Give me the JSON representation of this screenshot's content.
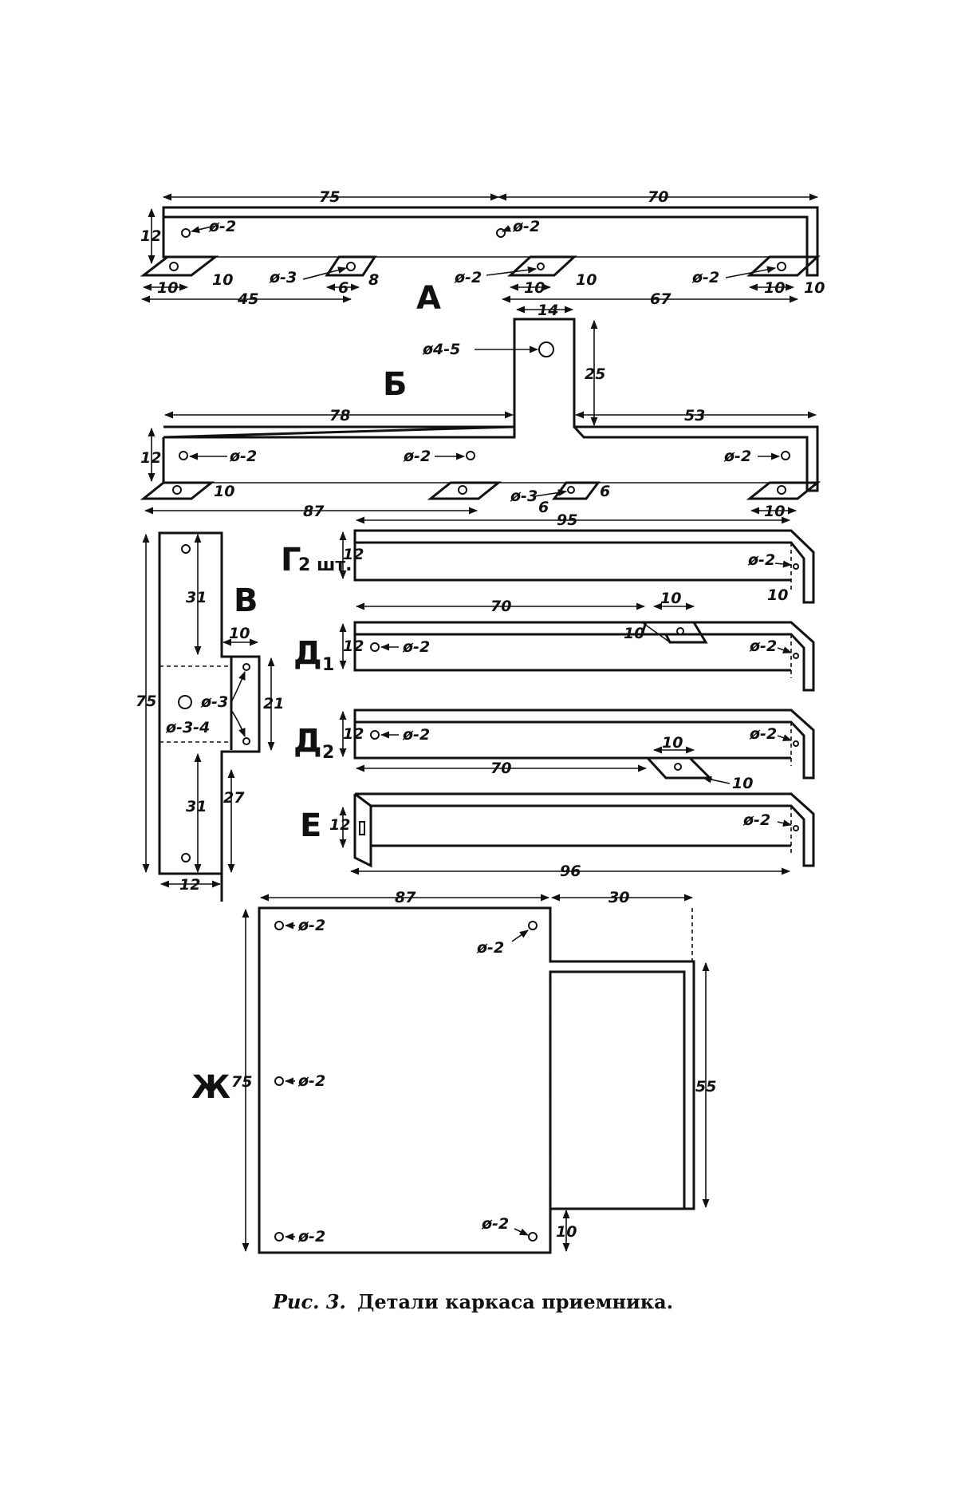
{
  "parts": {
    "A": {
      "label": "А",
      "dims": {
        "top_left": "75",
        "top_right": "70",
        "height": "12",
        "bottom_left": "45",
        "bottom_right": "67",
        "tab1": "10",
        "tab1_h": "10",
        "tab2": "6",
        "tab2_h": "8",
        "tab3": "10",
        "tab3_h": "10",
        "tab4": "10",
        "tab4_h": "10"
      },
      "holes": {
        "h1": "ø-2",
        "h2": "ø-2",
        "h3": "ø-3",
        "h4": "ø-2",
        "h5": "ø-2"
      }
    },
    "B": {
      "label": "Б",
      "dims": {
        "stem_w": "14",
        "stem_h": "25",
        "left": "78",
        "right": "53",
        "height": "12",
        "bottom": "87",
        "tab1_h": "10",
        "tab3a": "6",
        "tab3b": "6",
        "tab4": "10"
      },
      "holes": {
        "big": "ø4-5",
        "h1": "ø-2",
        "h2": "ø-2",
        "h3": "ø-3",
        "h4": "ø-2"
      }
    },
    "V": {
      "label": "В",
      "dims": {
        "total": "75",
        "upper": "31",
        "lower": "31",
        "mid": "21",
        "step": "10",
        "lower_r": "27",
        "width": "12"
      },
      "holes": {
        "center": "ø-3-4",
        "side": "ø-3"
      }
    },
    "G": {
      "label": "Г",
      "sub": "2 шт.",
      "dims": {
        "len": "95",
        "h": "12",
        "flange": "10"
      },
      "holes": {
        "end": "ø-2"
      }
    },
    "D1": {
      "label": "Д",
      "sub": "1",
      "dims": {
        "pos": "70",
        "tab_w": "10",
        "tab_h": "10",
        "h": "12"
      },
      "holes": {
        "left": "ø-2",
        "end": "ø-2"
      }
    },
    "D2": {
      "label": "Д",
      "sub": "2",
      "dims": {
        "pos": "70",
        "tab_w": "10",
        "tab_h": "10",
        "h": "12"
      },
      "holes": {
        "left": "ø-2",
        "end": "ø-2"
      }
    },
    "E": {
      "label": "Е",
      "dims": {
        "len": "96",
        "h": "12"
      },
      "holes": {
        "end": "ø-2"
      }
    },
    "Zh": {
      "label": "Ж",
      "dims": {
        "width": "87",
        "step": "30",
        "height": "75",
        "right": "55",
        "bottom": "10"
      },
      "holes": {
        "tl": "ø-2",
        "ml": "ø-2",
        "bl": "ø-2",
        "tr": "ø-2",
        "br": "ø-2"
      }
    }
  },
  "caption": {
    "prefix": "Рис. 3.",
    "text": "Детали каркаса приемника."
  }
}
